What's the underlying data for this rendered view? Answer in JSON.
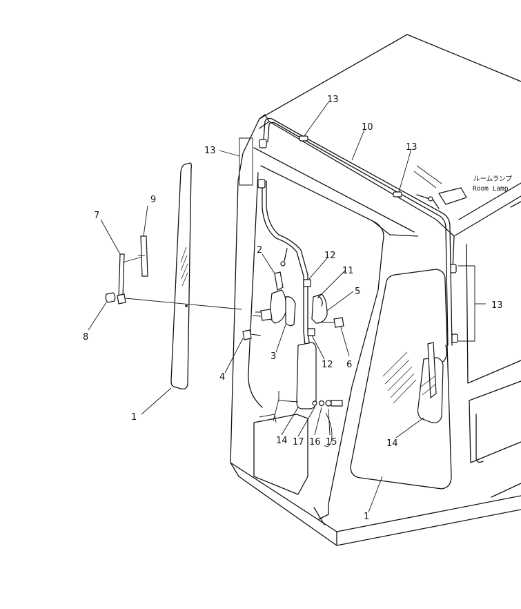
{
  "diagram": {
    "room_lamp_jp": "ルームランプ",
    "room_lamp_en": "Room Lamp",
    "callouts": {
      "c1a": "1",
      "c1b": "1",
      "c2": "2",
      "c3": "3",
      "c4": "4",
      "c5": "5",
      "c6": "6",
      "c7": "7",
      "c8": "8",
      "c9": "9",
      "c10": "10",
      "c11": "11",
      "c12a": "12",
      "c12b": "12",
      "c13a": "13",
      "c13b": "13",
      "c13c": "13",
      "c13d": "13",
      "c14a": "14",
      "c14b": "14",
      "c15": "15",
      "c16": "16",
      "c17": "17"
    }
  }
}
